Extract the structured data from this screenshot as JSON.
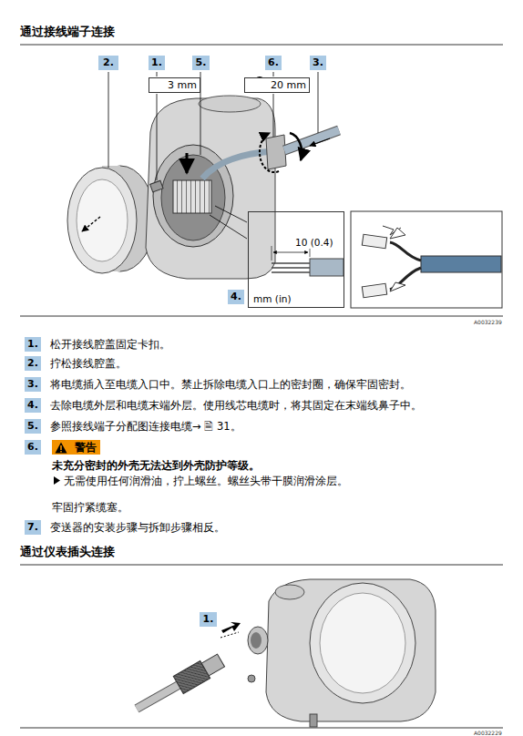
{
  "diagram": {
    "title": "通过接线端子连接",
    "nodes": [
      {
        "text": [
          "2."
        ]
      },
      {
        "text": [
          "1."
        ]
      },
      {
        "text": [
          "5."
        ]
      },
      {
        "text": [
          "6."
        ]
      },
      {
        "text": [
          "3."
        ]
      },
      {
        "text": [
          "3 mm"
        ]
      },
      {
        "text": [
          "20 mm"
        ]
      },
      {
        "text": [
          "10 (0.4)",
          "mm (in)"
        ]
      },
      {
        "text": [
          "4."
        ]
      },
      {
        "text": [
          "1."
        ]
      },
      {
        "text": [
          "2."
        ]
      },
      {
        "text": [
          "3."
        ]
      },
      {
        "text": [
          "4."
        ]
      },
      {
        "text": [
          "5."
        ]
      },
      {
        "text": [
          "6."
        ]
      },
      {
        "text": [
          "警告"
        ]
      },
      {
        "text": [
          "7."
        ]
      },
      {
        "text": [
          "1."
        ]
      }
    ],
    "labels": [
      "松开接线腔盖固定卡扣。",
      "拧松接线腔盖。",
      "将电缆插入至电缆入口中。禁止拆除电缆入口上的密封圈，确保牢固密封。",
      "去除电缆外层和电缆末端外层。使用线芯电缆时，将其固定在末端线鼻子中。",
      "参照接线端子分配图连接电缆→ 🗎 31。",
      "未充分密封的外壳无法达到外壳防护等级。",
      "无需使用任何润滑油，拧上螺丝。螺丝头带干膜润滑涂层。",
      "牢固拧紧缆塞。",
      "变送器的安装步骤与拆卸步骤相反。",
      "通过仪表插头连接",
      "A0032239",
      "A0032229"
    ]
  }
}
